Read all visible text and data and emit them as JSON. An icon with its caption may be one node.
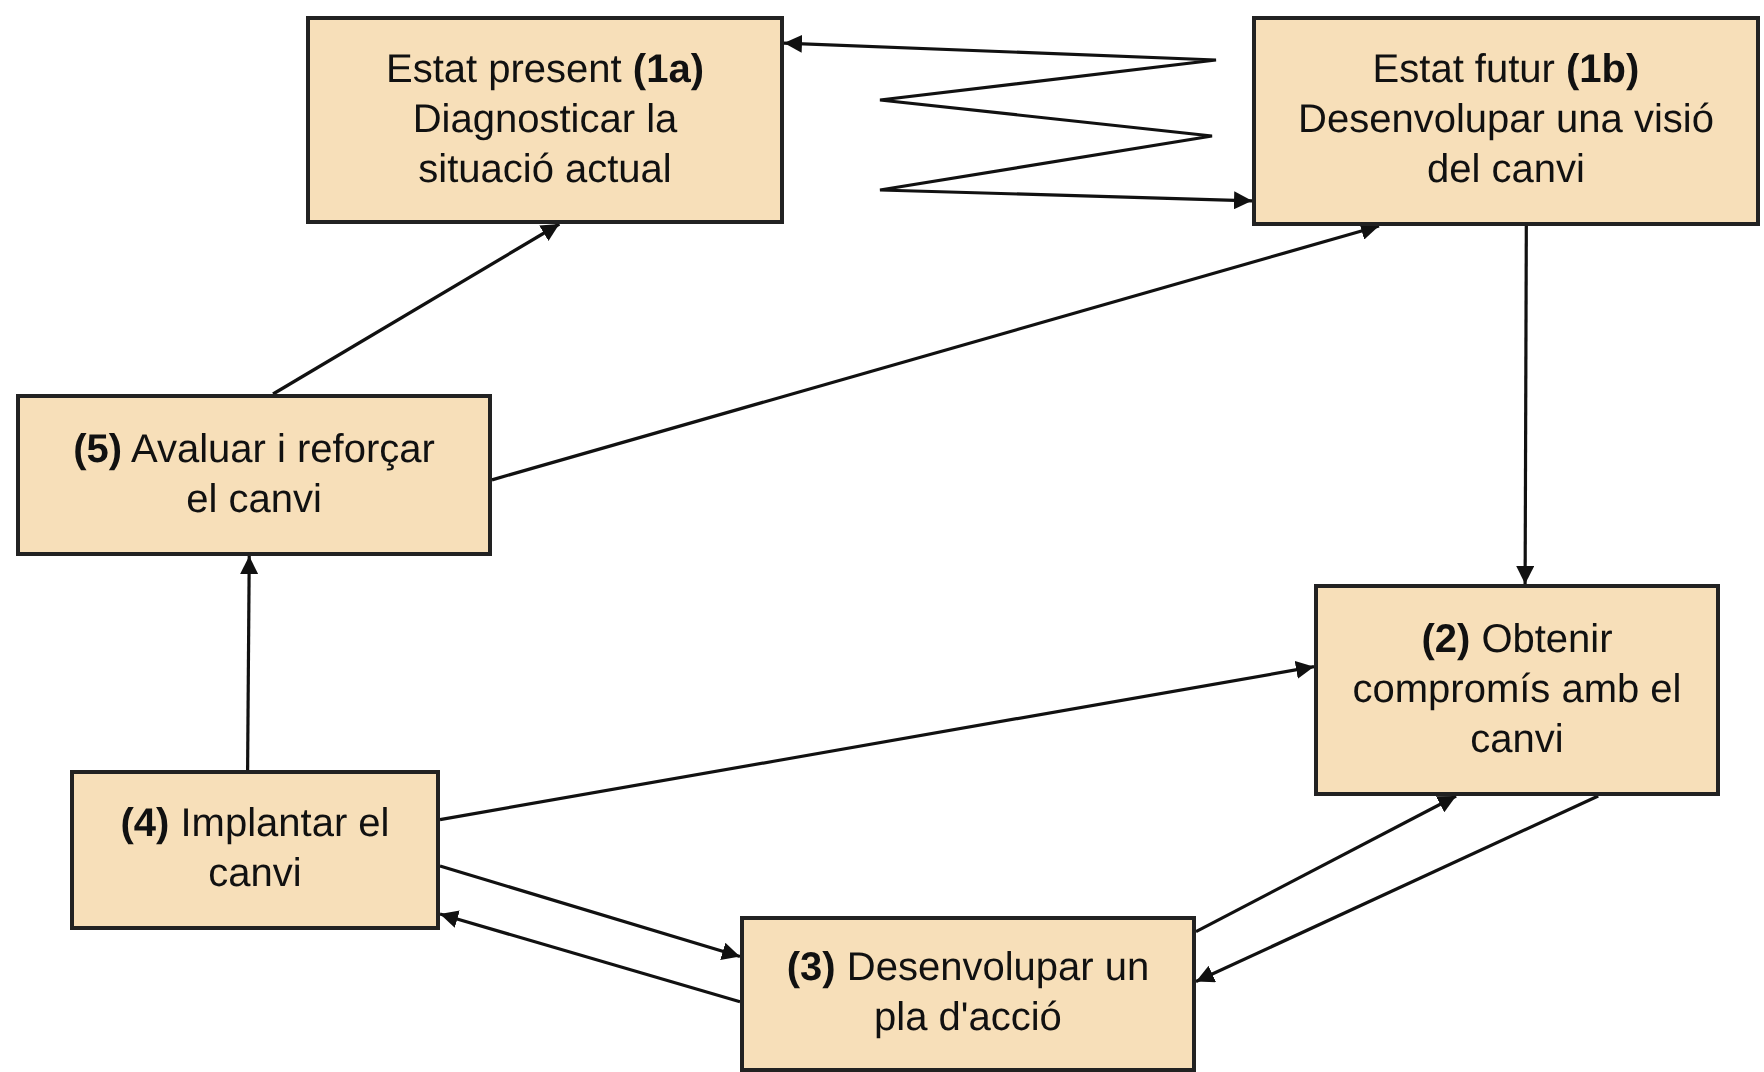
{
  "diagram": {
    "nodes": [
      {
        "text": [
          "Estat present **(1a)**",
          "Diagnosticar la situació actual"
        ]
      },
      {
        "text": [
          "Estat futur **(1b)**",
          "Desenvolupar una visió del canvi"
        ]
      },
      {
        "text": [
          "**(5)** Avaluar i reforçar el canvi"
        ]
      },
      {
        "text": [
          "**(2)** Obtenir compromís amb el canvi"
        ]
      },
      {
        "text": [
          "**(4)** Implantar el canvi"
        ]
      },
      {
        "text": [
          "**(3)** Desenvolupar un pla d'acció"
        ]
      }
    ],
    "edges": [
      {
        "from": 0,
        "to": 1,
        "arrow": "both"
      },
      {
        "from": 2,
        "to": 0,
        "arrow": "to"
      },
      {
        "from": 2,
        "to": 1,
        "arrow": "to"
      },
      {
        "from": 1,
        "to": 3,
        "arrow": "to"
      },
      {
        "from": 4,
        "to": 2,
        "arrow": "to"
      },
      {
        "from": 4,
        "to": 3,
        "arrow": "to"
      },
      {
        "from": 4,
        "to": 5,
        "arrow": "to"
      },
      {
        "from": 5,
        "to": 4,
        "arrow": "to"
      },
      {
        "from": 5,
        "to": 3,
        "arrow": "to"
      },
      {
        "from": 3,
        "to": 5,
        "arrow": "to"
      }
    ]
  }
}
